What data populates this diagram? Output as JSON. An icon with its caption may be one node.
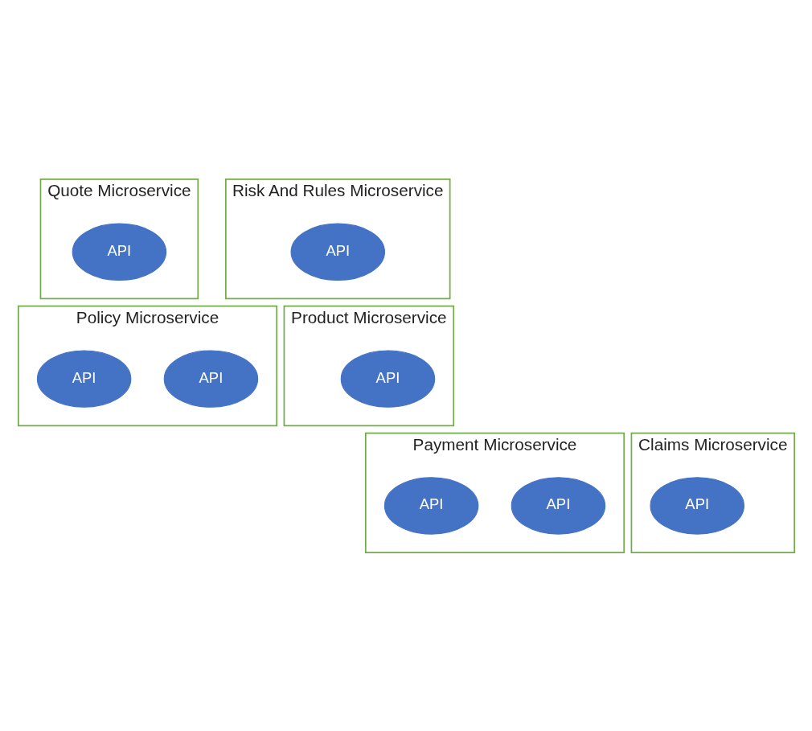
{
  "diagram": {
    "nodes": [
      {
        "text": [
          "Quote Microservice"
        ]
      },
      {
        "text": [
          "API"
        ],
        "in": 0
      },
      {
        "text": [
          "Risk And Rules Microservice"
        ]
      },
      {
        "text": [
          "API"
        ],
        "in": 2
      },
      {
        "text": [
          "Policy Microservice"
        ]
      },
      {
        "text": [
          "API"
        ],
        "in": 4
      },
      {
        "text": [
          "API"
        ],
        "in": 4
      },
      {
        "text": [
          "Product Microservice"
        ]
      },
      {
        "text": [
          "API"
        ],
        "in": 7
      },
      {
        "text": [
          "Payment Microservice"
        ]
      },
      {
        "text": [
          "API"
        ],
        "in": 9
      },
      {
        "text": [
          "API"
        ],
        "in": 9
      },
      {
        "text": [
          "Claims Microservice"
        ]
      },
      {
        "text": [
          "API"
        ],
        "in": 12
      }
    ],
    "edges": []
  }
}
